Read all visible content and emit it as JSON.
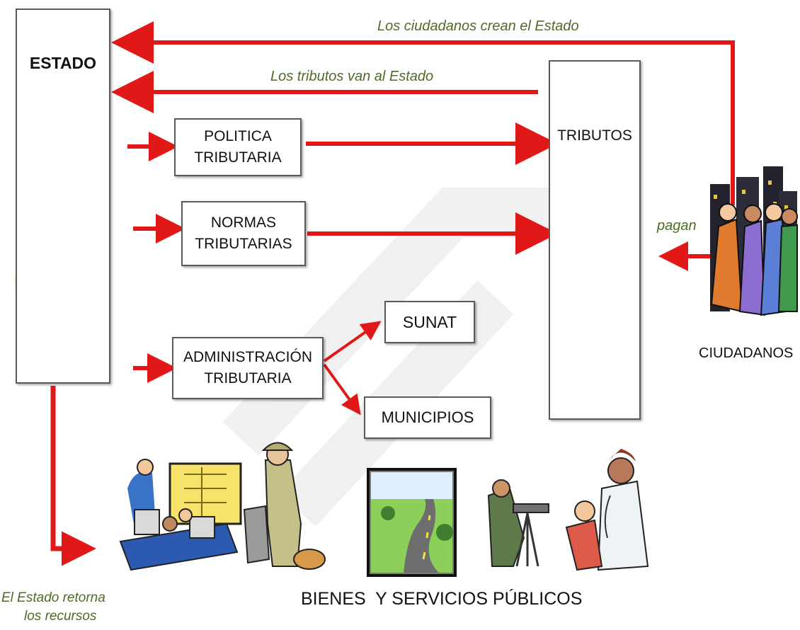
{
  "colors": {
    "arrow": "#e01818",
    "note_text": "#4f6b28",
    "box_border": "#5a5a5a"
  },
  "estado": {
    "label": "ESTADO"
  },
  "tributos": {
    "label": "TRIBUTOS"
  },
  "ciudadanos": {
    "label": "CIUDADANOS"
  },
  "politica": {
    "line1": "POLITICA",
    "line2": "TRIBUTARIA"
  },
  "normas": {
    "line1": "NORMAS",
    "line2": "TRIBUTARIAS"
  },
  "administracion": {
    "line1": "ADMINISTRACIÓN",
    "line2": "TRIBUTARIA"
  },
  "sunat": {
    "label": "SUNAT"
  },
  "municipios": {
    "label": "MUNICIPIOS"
  },
  "notes": {
    "crean": "Los ciudadanos crean el Estado",
    "tributos_van": "Los tributos van al Estado",
    "pagan": "pagan",
    "retorna_line1": "El Estado retorna",
    "retorna_line2": "los recursos"
  },
  "bienes": {
    "label": "BIENES  Y SERVICIOS PÚBLICOS"
  },
  "images": [
    "tower-clipart",
    "money-clipart",
    "citizens-clipart",
    "classroom-clipart",
    "sanitation-worker-clipart",
    "road-clipart",
    "surveyor-clipart",
    "doctor-clipart"
  ]
}
